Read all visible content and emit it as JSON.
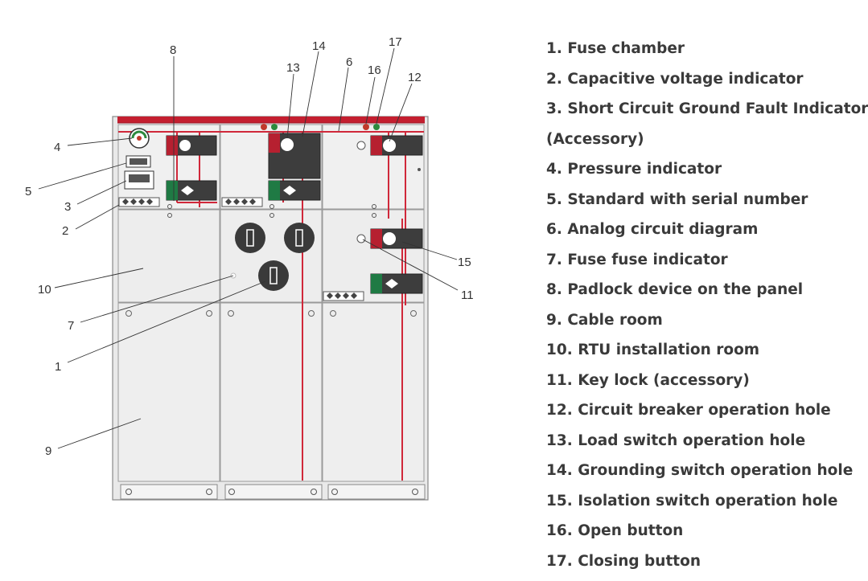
{
  "callouts": {
    "n1": "1",
    "n2": "2",
    "n3": "3",
    "n4": "4",
    "n5": "5",
    "n6": "6",
    "n7": "7",
    "n8": "8",
    "n9": "9",
    "n10": "10",
    "n11": "11",
    "n12": "12",
    "n13": "13",
    "n14": "14",
    "n15": "15",
    "n16": "16",
    "n17": "17"
  },
  "legend": [
    "1. Fuse chamber",
    "2. Capacitive voltage indicator",
    "3. Short Circuit Ground Fault Indicator",
    "(Accessory)",
    "4. Pressure indicator",
    "5. Standard with serial number",
    "6. Analog circuit diagram",
    "7. Fuse fuse indicator",
    "8. Padlock device on the panel",
    "9. Cable room",
    "10. RTU installation room",
    "11. Key lock (accessory)",
    "12. Circuit breaker operation hole",
    "13. Load switch operation hole",
    "14. Grounding switch operation hole",
    "15. Isolation switch operation hole",
    "16. Open button",
    "17. Closing button"
  ],
  "colors": {
    "busbar": "#d0283a",
    "panel": "#ececec",
    "frame": "#8a8a8a",
    "operator_red": "#b62030",
    "operator_green": "#1f7a44",
    "operator_dark": "#3d3d3d",
    "fuse_body": "#3a3a3a"
  },
  "icons": [
    "pressure-gauge-icon",
    "fuse-icon",
    "operator-mechanism-icon",
    "padlock-icon",
    "key-lock-icon",
    "indicator-lamp-icon"
  ]
}
